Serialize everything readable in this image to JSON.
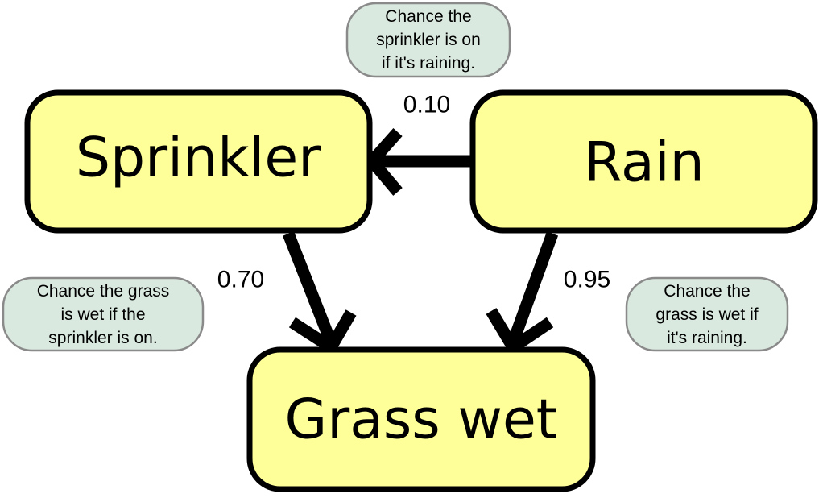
{
  "nodes": {
    "sprinkler": "Sprinkler",
    "rain": "Rain",
    "grass_wet": "Grass wet"
  },
  "edges": {
    "rain_to_sprinkler": "0.10",
    "sprinkler_to_grass": "0.70",
    "rain_to_grass": "0.95"
  },
  "notes": {
    "top": [
      "Chance the",
      "sprinkler is on",
      "if it's raining."
    ],
    "left": [
      "Chance the grass",
      "is wet if the",
      "sprinkler is on."
    ],
    "right": [
      "Chance the",
      "grass is wet if",
      "it's raining."
    ]
  },
  "colors": {
    "node_fill": "#ffff99",
    "note_fill": "#dae9df",
    "note_border": "#8a8a8a"
  }
}
